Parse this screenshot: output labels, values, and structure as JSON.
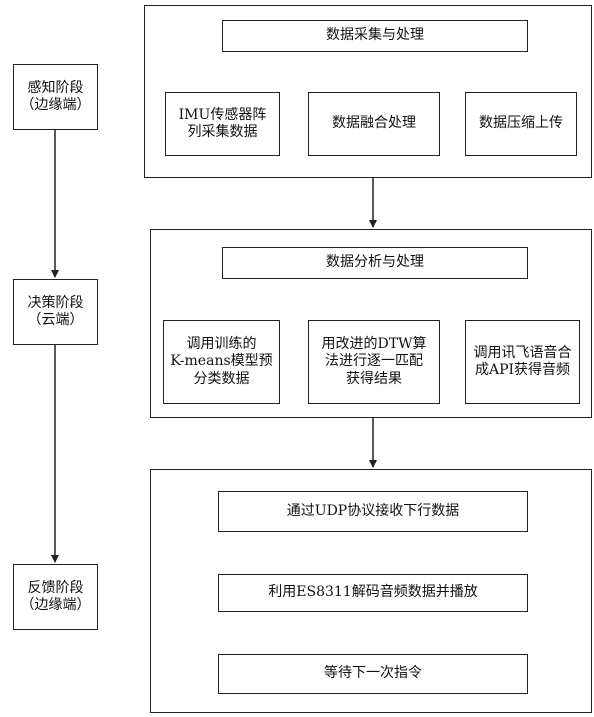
{
  "stages": {
    "perception": "感知阶段\n（边缘端）",
    "decision": "决策阶段\n（云端）",
    "feedback": "反馈阶段\n（边缘端）"
  },
  "panel1": {
    "title": "数据采集与处理",
    "step1": "IMU传感器阵\n列采集数据",
    "step2": "数据融合处理",
    "step3": "数据压缩上传"
  },
  "panel2": {
    "title": "数据分析与处理",
    "step1": "调用训练的\nK-means模型预\n分类数据",
    "step2": "用改进的DTW算\n法进行逐一匹配\n获得结果",
    "step3": "调用讯飞语音合\n成API获得音频"
  },
  "panel3": {
    "step1": "通过UDP协议接收下行数据",
    "step2": "利用ES8311解码音频数据并播放",
    "step3": "等待下一次指令"
  }
}
